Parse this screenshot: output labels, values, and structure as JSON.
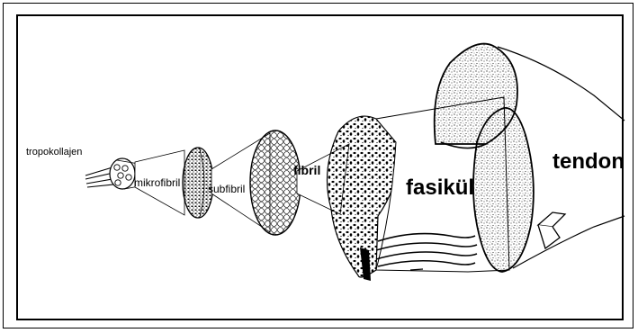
{
  "labels": {
    "tropokollajen": "tropokollajen",
    "mikrofibril": "mikrofibril",
    "subfibril": "subfibril",
    "fibril": "fibril",
    "fasikul": "fasikül",
    "tendon": "tendon"
  },
  "colors": {
    "ink": "#000000",
    "dense_texture": "#1a1a1a",
    "paper": "#ffffff"
  }
}
